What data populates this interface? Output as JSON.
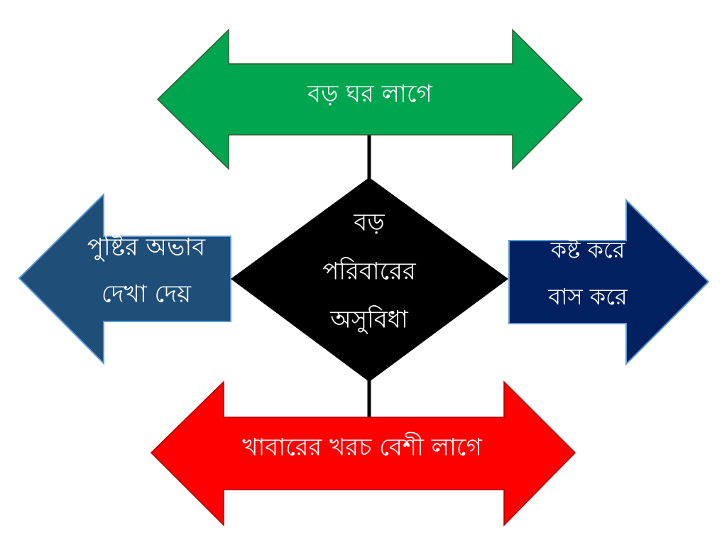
{
  "diagram": {
    "center_label": [
      "বড়",
      "পরিবারের",
      "অসুবিধা"
    ],
    "top_label": "বড় ঘর লাগে",
    "bottom_label": "খাবারের খরচ বেশী লাগে",
    "left_label": [
      "পুষ্টির অভাব",
      "দেখা দেয়"
    ],
    "right_label": [
      "কষ্ট করে",
      "বাস করে"
    ]
  },
  "colors": {
    "top_arrow": "#00a550",
    "bottom_arrow": "#ff0000",
    "left_arrow": "#1f4e79",
    "right_arrow": "#002060",
    "center": "#000000",
    "text": "#ffffff"
  }
}
